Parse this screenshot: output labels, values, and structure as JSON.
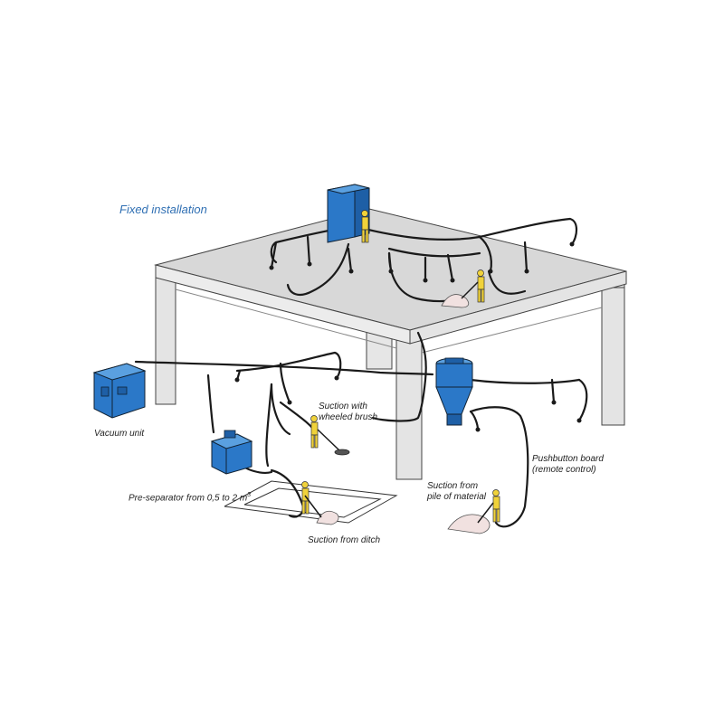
{
  "title": "Fixed installation",
  "labels": {
    "vacuum_unit": "Vacuum unit",
    "pre_separator": "Pre-separator from 0,5 to 2 m",
    "pre_separator_sup": "3",
    "suction_ditch": "Suction from ditch",
    "wheeled_brush_line1": "Suction with",
    "wheeled_brush_line2": "wheeled brush",
    "pile_line1": "Suction from",
    "pile_line2": "pile of material",
    "pushbutton_line1": "Pushbutton board",
    "pushbutton_line2": "(remote control)"
  },
  "colors": {
    "equipment_blue": "#2b78c8",
    "pipe": "#1a1a1a",
    "slab": "#dcdcdc",
    "worker": "#f0d23a",
    "title": "#2f6fb3"
  }
}
